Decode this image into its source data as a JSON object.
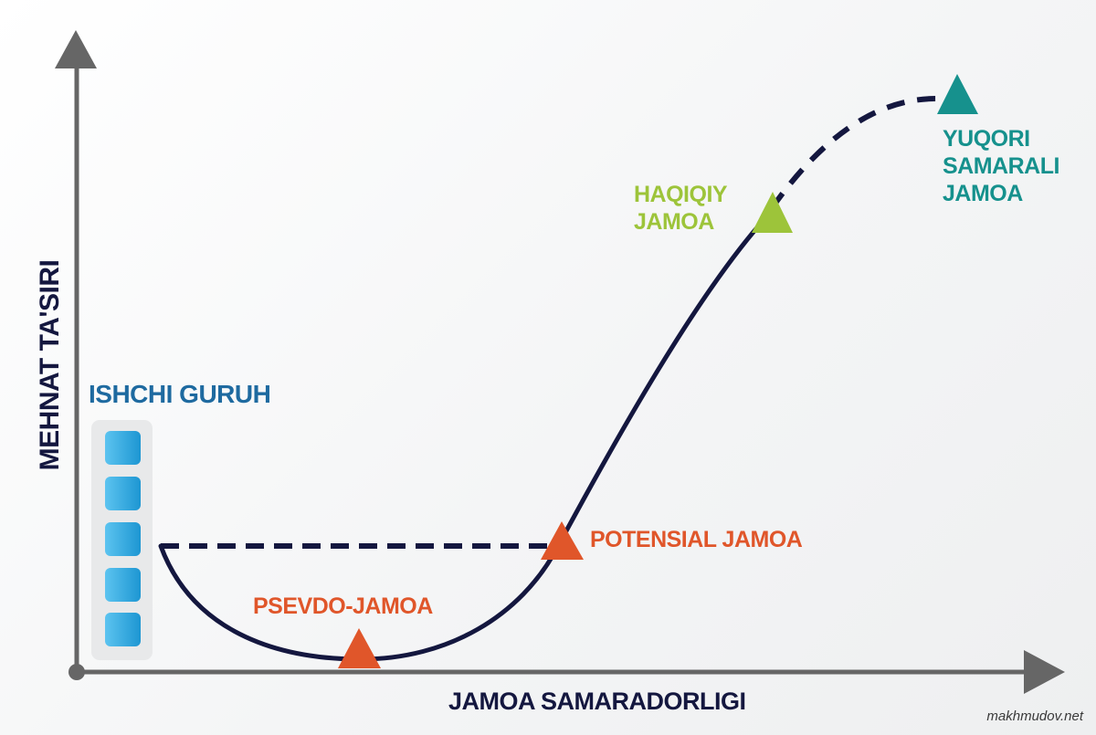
{
  "chart_data": {
    "type": "line",
    "title": "",
    "xlabel": "JAMOA SAMARADORLIGI",
    "ylabel": "MEHNAT TA'SIRI",
    "grid": false,
    "legend": "none",
    "stages": [
      {
        "name": "ISHCHI GURUH",
        "color": "#2ca5de",
        "marker": "stacked-squares",
        "x": 0.08,
        "y": 0.27
      },
      {
        "name": "PSEVDO-JAMOA",
        "color": "#e0562a",
        "marker": "triangle",
        "x": 0.3,
        "y": 0.02
      },
      {
        "name": "POTENSIAL JAMOA",
        "color": "#e0562a",
        "marker": "triangle",
        "x": 0.5,
        "y": 0.27
      },
      {
        "name": "HAQIQIY JAMOA",
        "color": "#9dc43a",
        "marker": "triangle",
        "x": 0.7,
        "y": 0.79
      },
      {
        "name": "YUQORI SAMARALI JAMOA",
        "color": "#16918d",
        "marker": "triangle",
        "x": 0.96,
        "y": 0.96
      }
    ],
    "series": [
      {
        "name": "solid curve",
        "style": "solid",
        "from": "ISHCHI GURUH",
        "through": [
          "PSEVDO-JAMOA",
          "POTENSIAL JAMOA"
        ],
        "to": "HAQIQIY JAMOA"
      },
      {
        "name": "baseline reference",
        "style": "dashed",
        "from": "ISHCHI GURUH",
        "to": "POTENSIAL JAMOA"
      },
      {
        "name": "projection",
        "style": "dashed",
        "from": "HAQIQIY JAMOA",
        "to": "YUQORI SAMARALI JAMOA"
      }
    ]
  },
  "axes": {
    "y_title": "MEHNAT TA'SIRI",
    "x_title": "JAMOA SAMARADORLIGI"
  },
  "labels": {
    "ishchi_guruh": "ISHCHI GURUH",
    "psevdo_jamoa": "PSEVDO-JAMOA",
    "potensial_jamoa": "POTENSIAL JAMOA",
    "haqiqiy_jamoa": [
      "HAQIQIY",
      "JAMOA"
    ],
    "yuqori_samarali_jamoa": [
      "YUQORI",
      "SAMARALI",
      "JAMOA"
    ]
  },
  "colors": {
    "axis": "#666666",
    "curve": "#14173f",
    "orange": "#e0562a",
    "green": "#9dc43a",
    "teal": "#16918d",
    "blue_label": "#1e6aa0",
    "block": "#2ca5de"
  },
  "watermark": "makhmudov.net"
}
